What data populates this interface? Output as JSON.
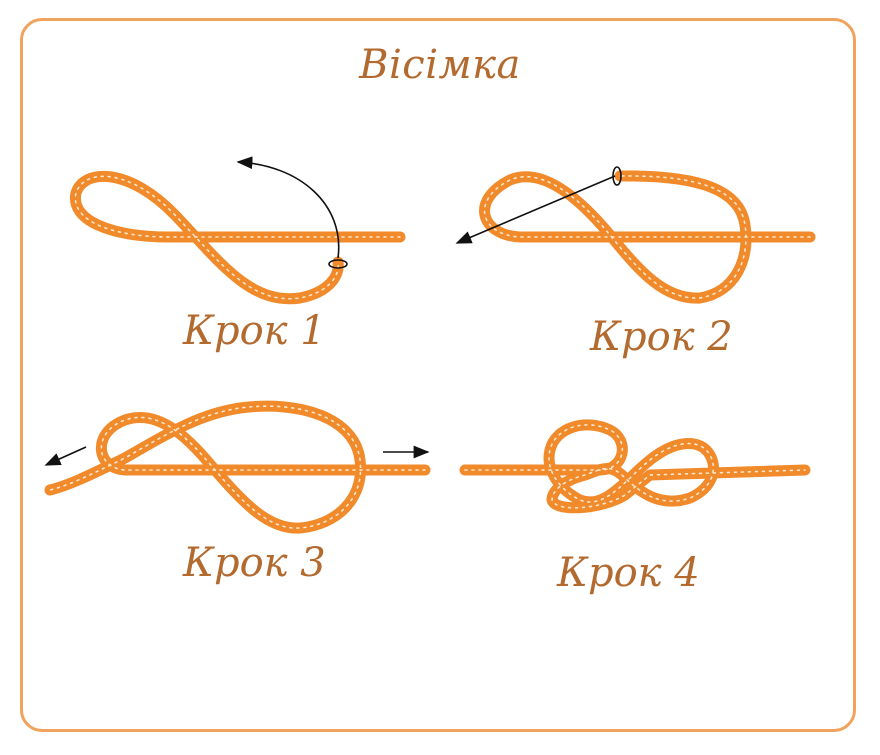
{
  "title": "Вісімка",
  "steps": [
    {
      "label": "Крок 1"
    },
    {
      "label": "Крок 2"
    },
    {
      "label": "Крок 3"
    },
    {
      "label": "Крок 4"
    }
  ],
  "colors": {
    "border": "#f0a35c",
    "rope": "#f08a2a",
    "text": "#b36a2f"
  }
}
